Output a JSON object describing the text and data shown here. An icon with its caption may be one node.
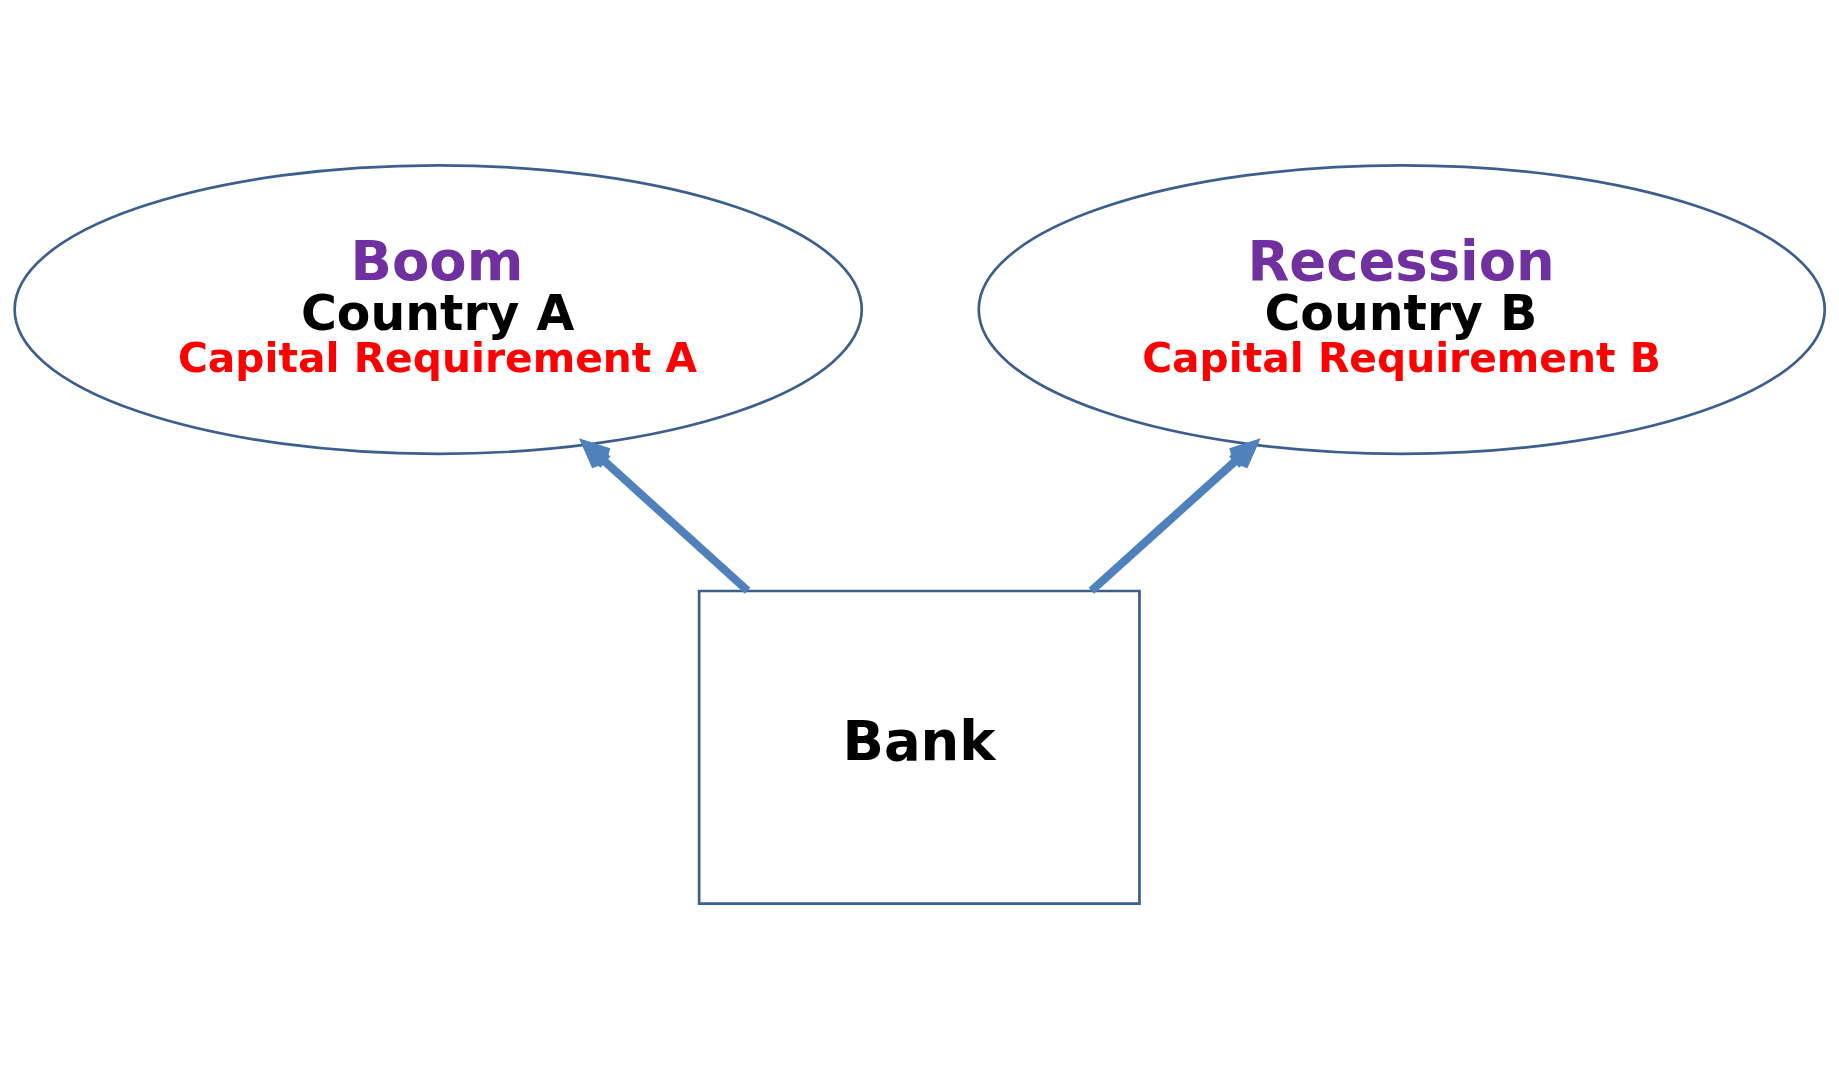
{
  "diagram": {
    "nodes": [
      {
        "text": [
          "Boom",
          "Country A",
          "Capital Requirement A"
        ]
      },
      {
        "text": [
          "Recession",
          "Country B",
          "Capital Requirement B"
        ]
      },
      {
        "text": [
          "Bank"
        ]
      }
    ],
    "edges": [
      {
        "from": 2,
        "to": 0,
        "arrow": "to"
      },
      {
        "from": 2,
        "to": 1,
        "arrow": "to"
      }
    ]
  }
}
